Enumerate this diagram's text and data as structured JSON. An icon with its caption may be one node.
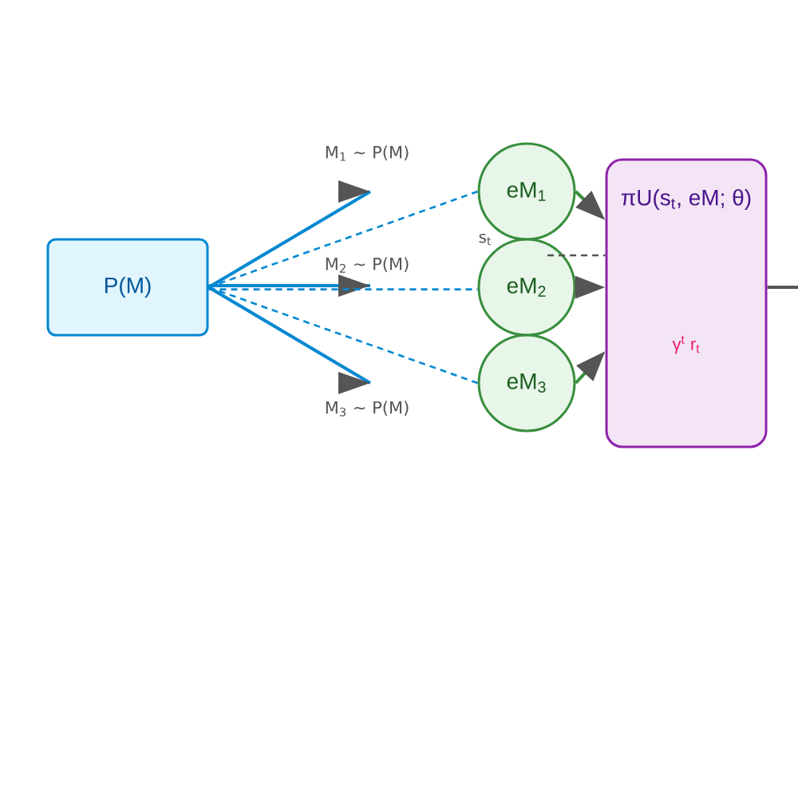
{
  "diagram": {
    "nodes": [
      {
        "text": [
          "P(M)"
        ]
      },
      {
        "text": [
          "eM$_{1}$"
        ]
      },
      {
        "text": [
          "eM$_{2}$"
        ]
      },
      {
        "text": [
          "eM$_{3}$"
        ]
      },
      {
        "text": [
          "πU(s$_{t}$, eM; θ)",
          "γ$^{t}$ r$_{t}$"
        ]
      }
    ],
    "edges": [
      {
        "from": 0,
        "to": null,
        "arrow": "to",
        "label": "M$_{1}$ ∼ P(M)"
      },
      {
        "from": 0,
        "to": null,
        "arrow": "to",
        "label": "M$_{2}$ ∼ P(M)"
      },
      {
        "from": 0,
        "to": null,
        "arrow": "to",
        "label": "M$_{3}$ ∼ P(M)"
      },
      {
        "from": 0,
        "to": 1,
        "arrow": "none",
        "style": "dashed"
      },
      {
        "from": 0,
        "to": 2,
        "arrow": "none",
        "style": "dashed"
      },
      {
        "from": 0,
        "to": 3,
        "arrow": "none",
        "style": "dashed"
      },
      {
        "from": 1,
        "to": 4,
        "arrow": "to",
        "color": "#388e3c"
      },
      {
        "from": 2,
        "to": 4,
        "arrow": "to",
        "color": "#388e3c"
      },
      {
        "from": 3,
        "to": 4,
        "arrow": "to",
        "color": "#388e3c"
      },
      {
        "from": 2,
        "to": 4,
        "arrow": "none",
        "style": "dashed",
        "color": "#555555",
        "label": "s$_{t}$"
      },
      {
        "from": 4,
        "to": null,
        "arrow": "none",
        "color": "#555555"
      }
    ]
  }
}
